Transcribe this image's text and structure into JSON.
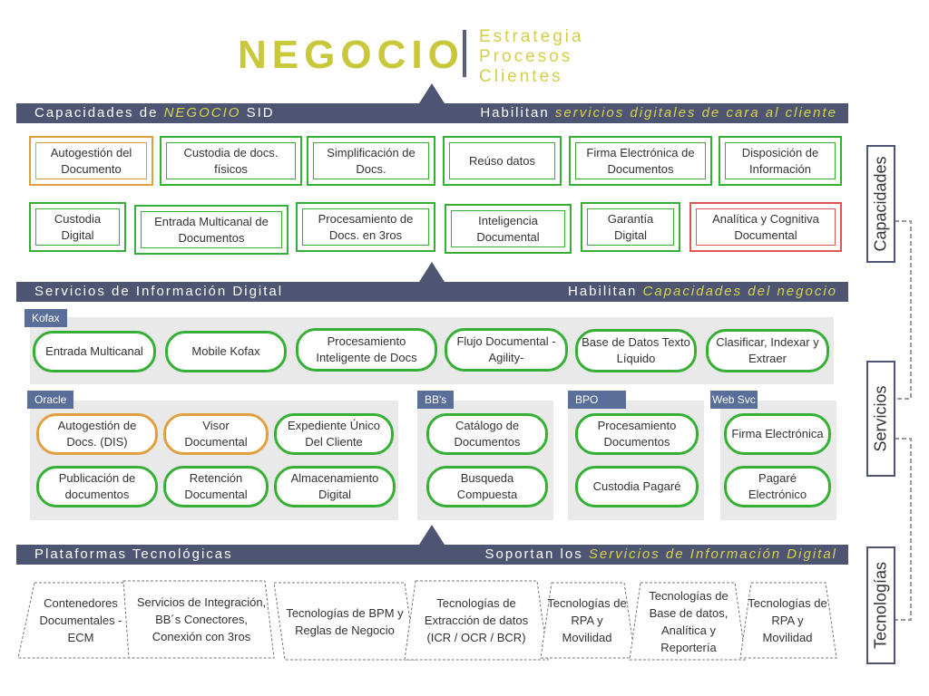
{
  "header": {
    "title": "NEGOCIO",
    "subtitles": [
      "Estrategia",
      "Procesos",
      "Clientes"
    ]
  },
  "banners": {
    "capacidades": {
      "left": "Capacidades de",
      "left_hl": "NEGOCIO",
      "left_end": "SID",
      "right": "Habilitan",
      "right_hl": "servicios digitales de cara al cliente"
    },
    "servicios": {
      "left": "Servicios de Información Digital",
      "right": "Habilitan",
      "right_hl": "Capacidades del negocio"
    },
    "plataformas": {
      "left": "Plataformas Tecnológicas",
      "right": "Soportan los",
      "right_hl": "Servicios de Información Digital"
    }
  },
  "capabilities": {
    "row1": [
      {
        "label": "Autogestión del Documento",
        "status": "orange"
      },
      {
        "label": "Custodia de docs. físicos",
        "status": "green"
      },
      {
        "label": "Simplificación de Docs.",
        "status": "green"
      },
      {
        "label": "Reúso datos",
        "status": "green"
      },
      {
        "label": "Firma Electrónica de Documentos",
        "status": "green"
      },
      {
        "label": "Disposición de Información",
        "status": "green"
      }
    ],
    "row2": [
      {
        "label": "Custodia Digital",
        "status": "green"
      },
      {
        "label": "Entrada Multicanal de Documentos",
        "status": "green"
      },
      {
        "label": "Procesamiento de Docs. en 3ros",
        "status": "green"
      },
      {
        "label": "Inteligencia Documental",
        "status": "green"
      },
      {
        "label": "Garantía Digital",
        "status": "green"
      },
      {
        "label": "Analítica y Cognitiva Documental",
        "status": "red"
      }
    ]
  },
  "services": {
    "kofax": {
      "tag": "Kofax",
      "items": [
        {
          "label": "Entrada Multicanal",
          "status": "green"
        },
        {
          "label": "Mobile Kofax",
          "status": "green"
        },
        {
          "label": "Procesamiento Inteligente de Docs",
          "status": "green"
        },
        {
          "label": "Flujo Documental -Agility-",
          "status": "green"
        },
        {
          "label": "Base de Datos Texto Líquido",
          "status": "green"
        },
        {
          "label": "Clasificar, Indexar y Extraer",
          "status": "green"
        }
      ]
    },
    "oracle": {
      "tag": "Oracle",
      "items": [
        {
          "label": "Autogestión de Docs. (DIS)",
          "status": "orange"
        },
        {
          "label": "Visor Documental",
          "status": "orange"
        },
        {
          "label": "Expediente Único Del Cliente",
          "status": "green"
        },
        {
          "label": "Publicación de documentos",
          "status": "green"
        },
        {
          "label": "Retención Documental",
          "status": "green"
        },
        {
          "label": "Almacenamiento Digital",
          "status": "green"
        }
      ]
    },
    "bbs": {
      "tag": "BB's",
      "items": [
        {
          "label": "Catálogo de Documentos",
          "status": "green"
        },
        {
          "label": "Busqueda Compuesta",
          "status": "green"
        }
      ]
    },
    "bpo": {
      "tag": "BPO",
      "items": [
        {
          "label": "Procesamiento Documentos",
          "status": "green"
        },
        {
          "label": "Custodia Pagaré",
          "status": "green"
        }
      ]
    },
    "websvc": {
      "tag": "Web Svc",
      "items": [
        {
          "label": "Firma Electrónica",
          "status": "green"
        },
        {
          "label": "Pagaré Electrónico",
          "status": "green"
        }
      ]
    }
  },
  "technologies": [
    "Contenedores Documentales - ECM",
    "Servicios de Integración, BB´s Conectores, Conexión con 3ros",
    "Tecnologías de BPM y Reglas de Negocio",
    "Tecnologías de Extracción de datos (ICR / OCR / BCR)",
    "Tecnologías de RPA y Movilidad",
    "Tecnologías de Base de datos, Analítica y Reportería",
    "Tecnologías de RPA y Movilidad"
  ],
  "side_labels": {
    "capacidades": "Capacidades",
    "servicios": "Servicios",
    "tecnologias": "Tecnologías"
  },
  "colors": {
    "banner": "#4d5573",
    "highlight": "#d8d34a",
    "green": "#35b035",
    "orange": "#e0a040",
    "red": "#e05555",
    "group_tag": "#5a6e9a"
  }
}
